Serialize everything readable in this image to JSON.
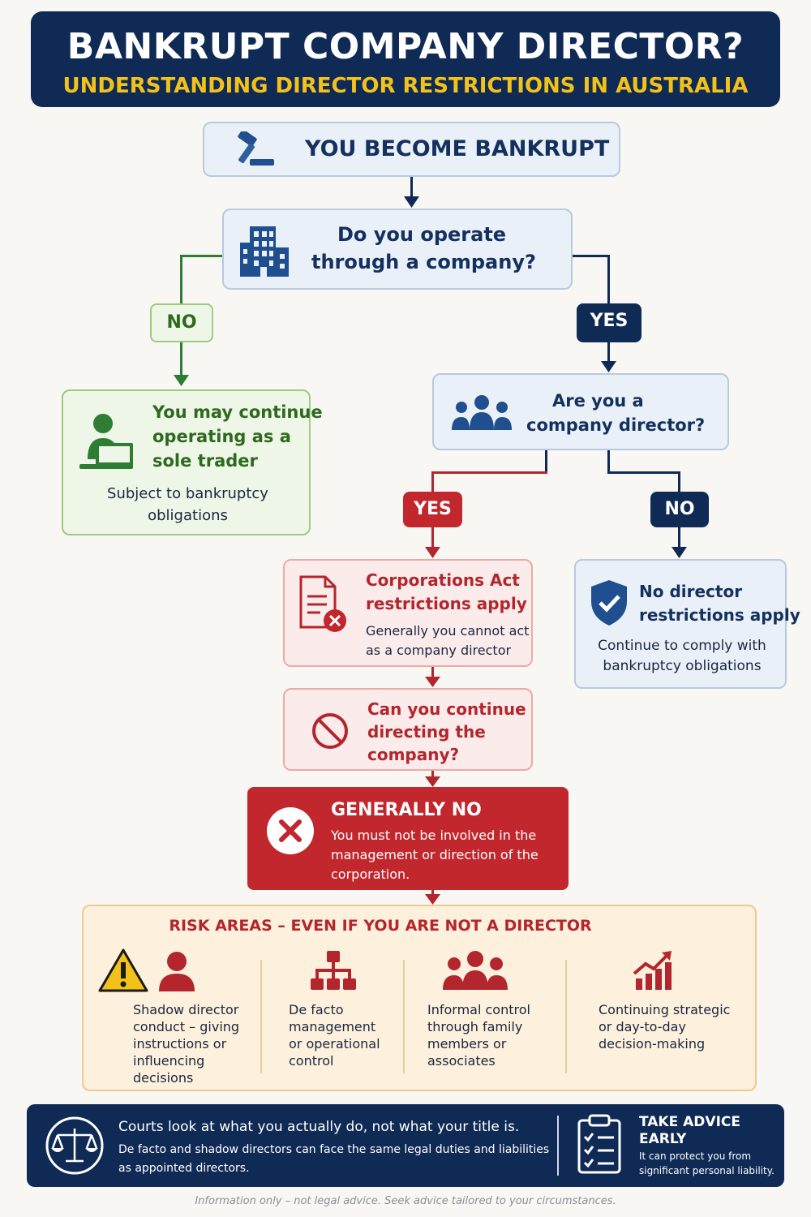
{
  "header": {
    "title": "BANKRUPT COMPANY DIRECTOR?",
    "subtitle": "UNDERSTANDING DIRECTOR RESTRICTIONS IN AUSTRALIA"
  },
  "flow": {
    "start": "YOU BECOME BANKRUPT",
    "q1_line1": "Do you operate",
    "q1_line2": "through a company?",
    "no_label": "NO",
    "yes_label": "YES",
    "sole_trader": {
      "line1": "You may continue",
      "line2": "operating as a",
      "line3": "sole trader",
      "note_line1": "Subject to bankruptcy",
      "note_line2": "obligations"
    },
    "q2_line1": "Are you a",
    "q2_line2": "company director?",
    "yes2_label": "YES",
    "no2_label": "NO",
    "corps_act": {
      "line1": "Corporations Act",
      "line2": "restrictions apply",
      "note_line1": "Generally you cannot act",
      "note_line2": "as a company director"
    },
    "no_restrictions": {
      "line1": "No director",
      "line2": "restrictions apply",
      "note_line1": "Continue to comply with",
      "note_line2": "bankruptcy obligations"
    },
    "q3": {
      "line1": "Can you continue",
      "line2": "directing the",
      "line3": "company?"
    },
    "answer": {
      "title": "GENERALLY NO",
      "line1": "You must not be involved in the",
      "line2": "management or direction of the",
      "line3": "corporation."
    }
  },
  "risk": {
    "title": "RISK AREAS – EVEN IF YOU ARE NOT A DIRECTOR",
    "items": [
      {
        "icon": "warning-person-icon",
        "lines": [
          "Shadow director",
          "conduct – giving",
          "instructions or",
          "influencing",
          "decisions"
        ]
      },
      {
        "icon": "org-chart-icon",
        "lines": [
          "De facto",
          "management",
          "or operational",
          "control"
        ]
      },
      {
        "icon": "group-icon",
        "lines": [
          "Informal control",
          "through family",
          "members or",
          "associates"
        ]
      },
      {
        "icon": "growth-chart-icon",
        "lines": [
          "Continuing strategic",
          "or day-to-day",
          "decision-making"
        ]
      }
    ]
  },
  "footer": {
    "headline": "Courts look at what you actually do, not what your title is.",
    "body_line1": "De facto and shadow directors can face the same legal duties and liabilities",
    "body_line2": "as appointed directors.",
    "advice_title1": "TAKE ADVICE",
    "advice_title2": "EARLY",
    "advice_line1": "It can protect you from",
    "advice_line2": "significant personal liability."
  },
  "disclaimer": "Information only – not legal advice. Seek advice tailored to your circumstances.",
  "colors": {
    "navy": "#0f2a55",
    "gold": "#f3c21a",
    "green": "#2e7d32",
    "red": "#b3262d",
    "orange_bg": "#fdf0dc"
  }
}
